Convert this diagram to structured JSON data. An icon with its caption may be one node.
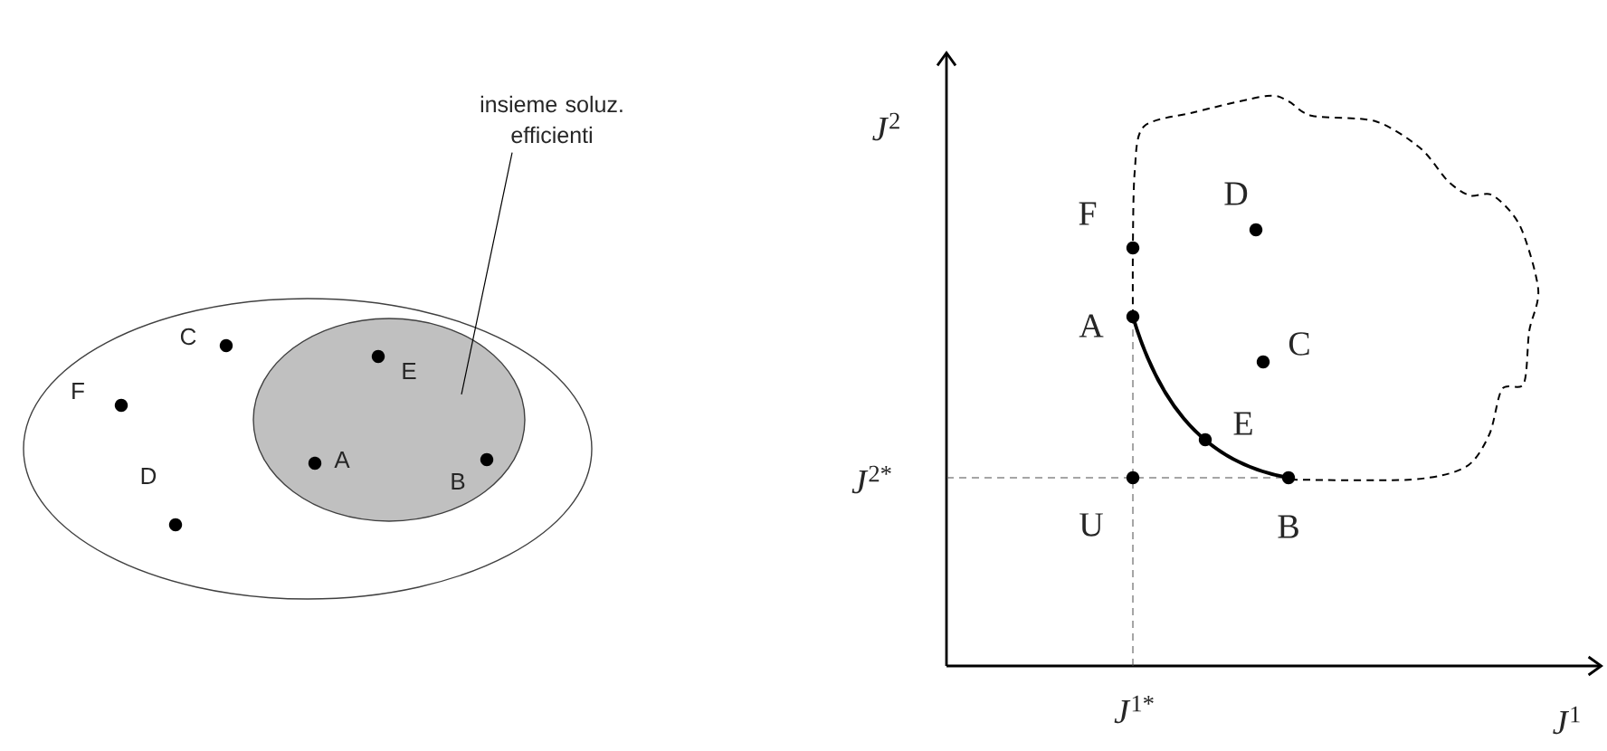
{
  "diagram": {
    "nodes": [
      {
        "text": [],
        "shape": "ellipse"
      },
      {
        "text": [],
        "shape": "ellipse",
        "in": 0
      },
      {
        "text": [
          "insieme soluz. efficienti"
        ]
      }
    ],
    "edges": [
      {
        "from": 2,
        "to": 1,
        "arrow": "none"
      }
    ],
    "labels": [
      "C",
      "E",
      "F",
      "A",
      "B",
      "D",
      "*J*$^{2}$",
      "F",
      "D",
      "A",
      "C",
      "E",
      "*J*$^{2*}$",
      "U",
      "B",
      "*J*$^{1*}$",
      "*J*$^{1}$"
    ]
  }
}
